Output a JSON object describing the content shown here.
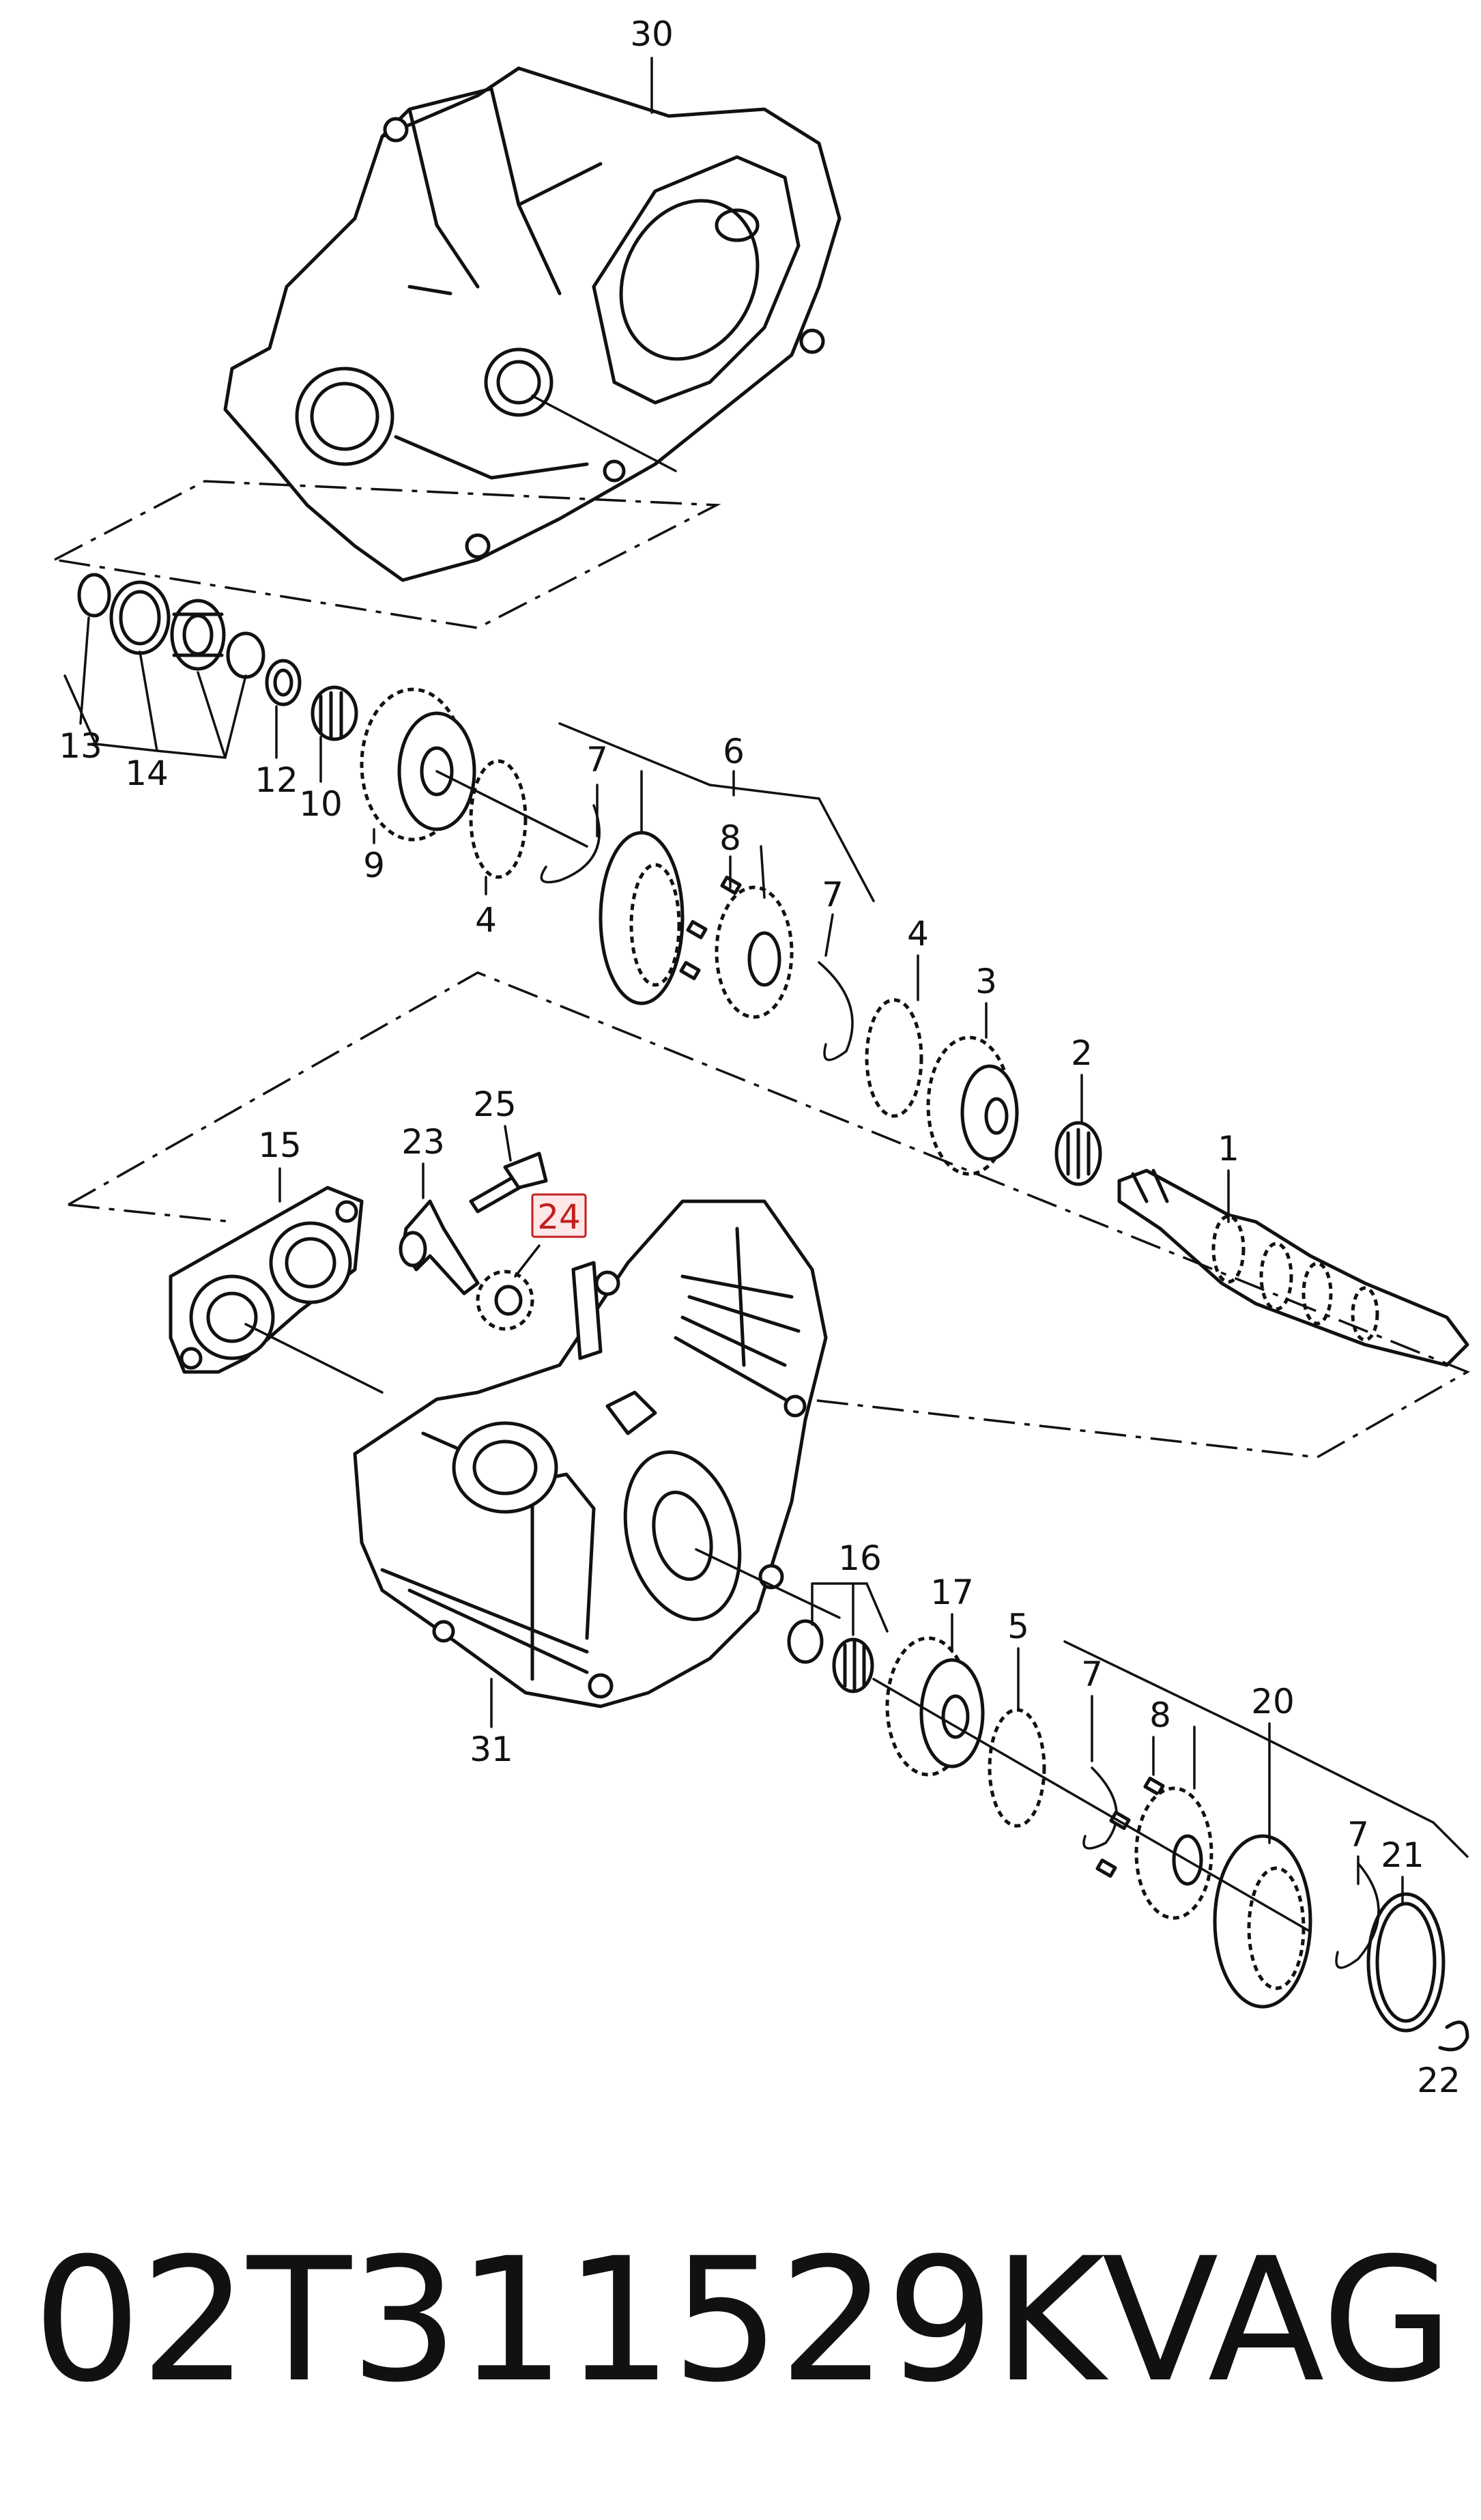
{
  "diagram": {
    "callouts": {
      "c1": "1",
      "c2": "2",
      "c3": "3",
      "c4a": "4",
      "c4b": "4",
      "c5": "5",
      "c6": "6",
      "c7a": "7",
      "c7b": "7",
      "c7c": "7",
      "c7d": "7",
      "c8a": "8",
      "c8b": "8",
      "c9": "9",
      "c10": "10",
      "c12": "12",
      "c13": "13",
      "c14": "14",
      "c15": "15",
      "c16": "16",
      "c17": "17",
      "c20": "20",
      "c21": "21",
      "c22": "22",
      "c23": "23",
      "c24": "24",
      "c25": "25",
      "c30": "30",
      "c31": "31"
    },
    "highlighted_part": "24",
    "highlight_color": "#c21f1f"
  },
  "footer": {
    "part_number": "02T311529K",
    "brand": "VAG"
  }
}
